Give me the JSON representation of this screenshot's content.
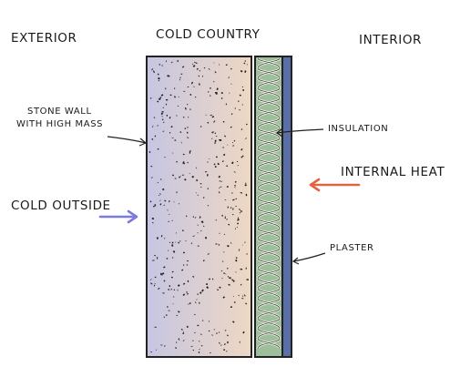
{
  "labels": {
    "exterior": "EXTERIOR",
    "title": "COLD COUNTRY",
    "interior": "INTERIOR",
    "stone_wall_line1": "STONE WALL",
    "stone_wall_line2": "WITH HIGH MASS",
    "insulation": "INSULATION",
    "internal_heat": "INTERNAL HEAT",
    "cold_outside": "COLD OUTSIDE",
    "plaster": "PLASTER"
  },
  "colors": {
    "cold_arrow": "#7b7bdf",
    "heat_arrow": "#e2633f",
    "stone_cold": "#c6c5e2",
    "stone_warm": "#eed8c3",
    "insulation_fill": "#9ebf9c",
    "insulation_coil": "#f3f3e8",
    "plaster": "#5a6ea8",
    "outline": "#222222"
  },
  "icons": {
    "cold_arrow": "arrow-right-icon",
    "heat_arrow": "arrow-left-icon"
  }
}
